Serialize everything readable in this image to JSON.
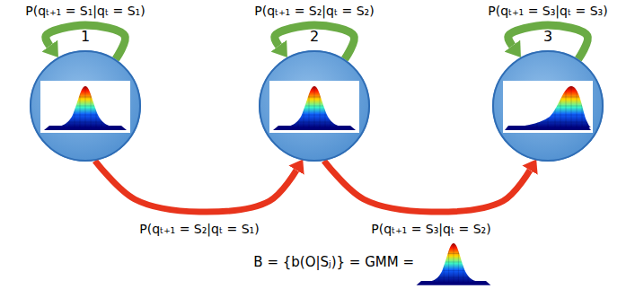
{
  "diagram": {
    "nodes": [
      {
        "text": [
          "1"
        ]
      },
      {
        "text": [
          "2"
        ]
      },
      {
        "text": [
          "3"
        ]
      }
    ],
    "edges": [
      {
        "from": 0,
        "to": 0,
        "arrow": "to",
        "label": "P(qₜ₊₁ = S₁|qₜ = S₁)"
      },
      {
        "from": 1,
        "to": 1,
        "arrow": "to",
        "label": "P(qₜ₊₁ = S₂|qₜ = S₂)"
      },
      {
        "from": 2,
        "to": 2,
        "arrow": "to",
        "label": "P(qₜ₊₁ = S₃|qₜ = S₃)"
      },
      {
        "from": 0,
        "to": 1,
        "arrow": "to",
        "label": "P(qₜ₊₁ = S₂|qₜ = S₁)"
      },
      {
        "from": 1,
        "to": 2,
        "arrow": "to",
        "label": "P(qₜ₊₁ = S₃|qₜ = S₂)"
      }
    ],
    "labels": [
      "B = {b(O|Sⱼ)} = GMM ="
    ]
  }
}
